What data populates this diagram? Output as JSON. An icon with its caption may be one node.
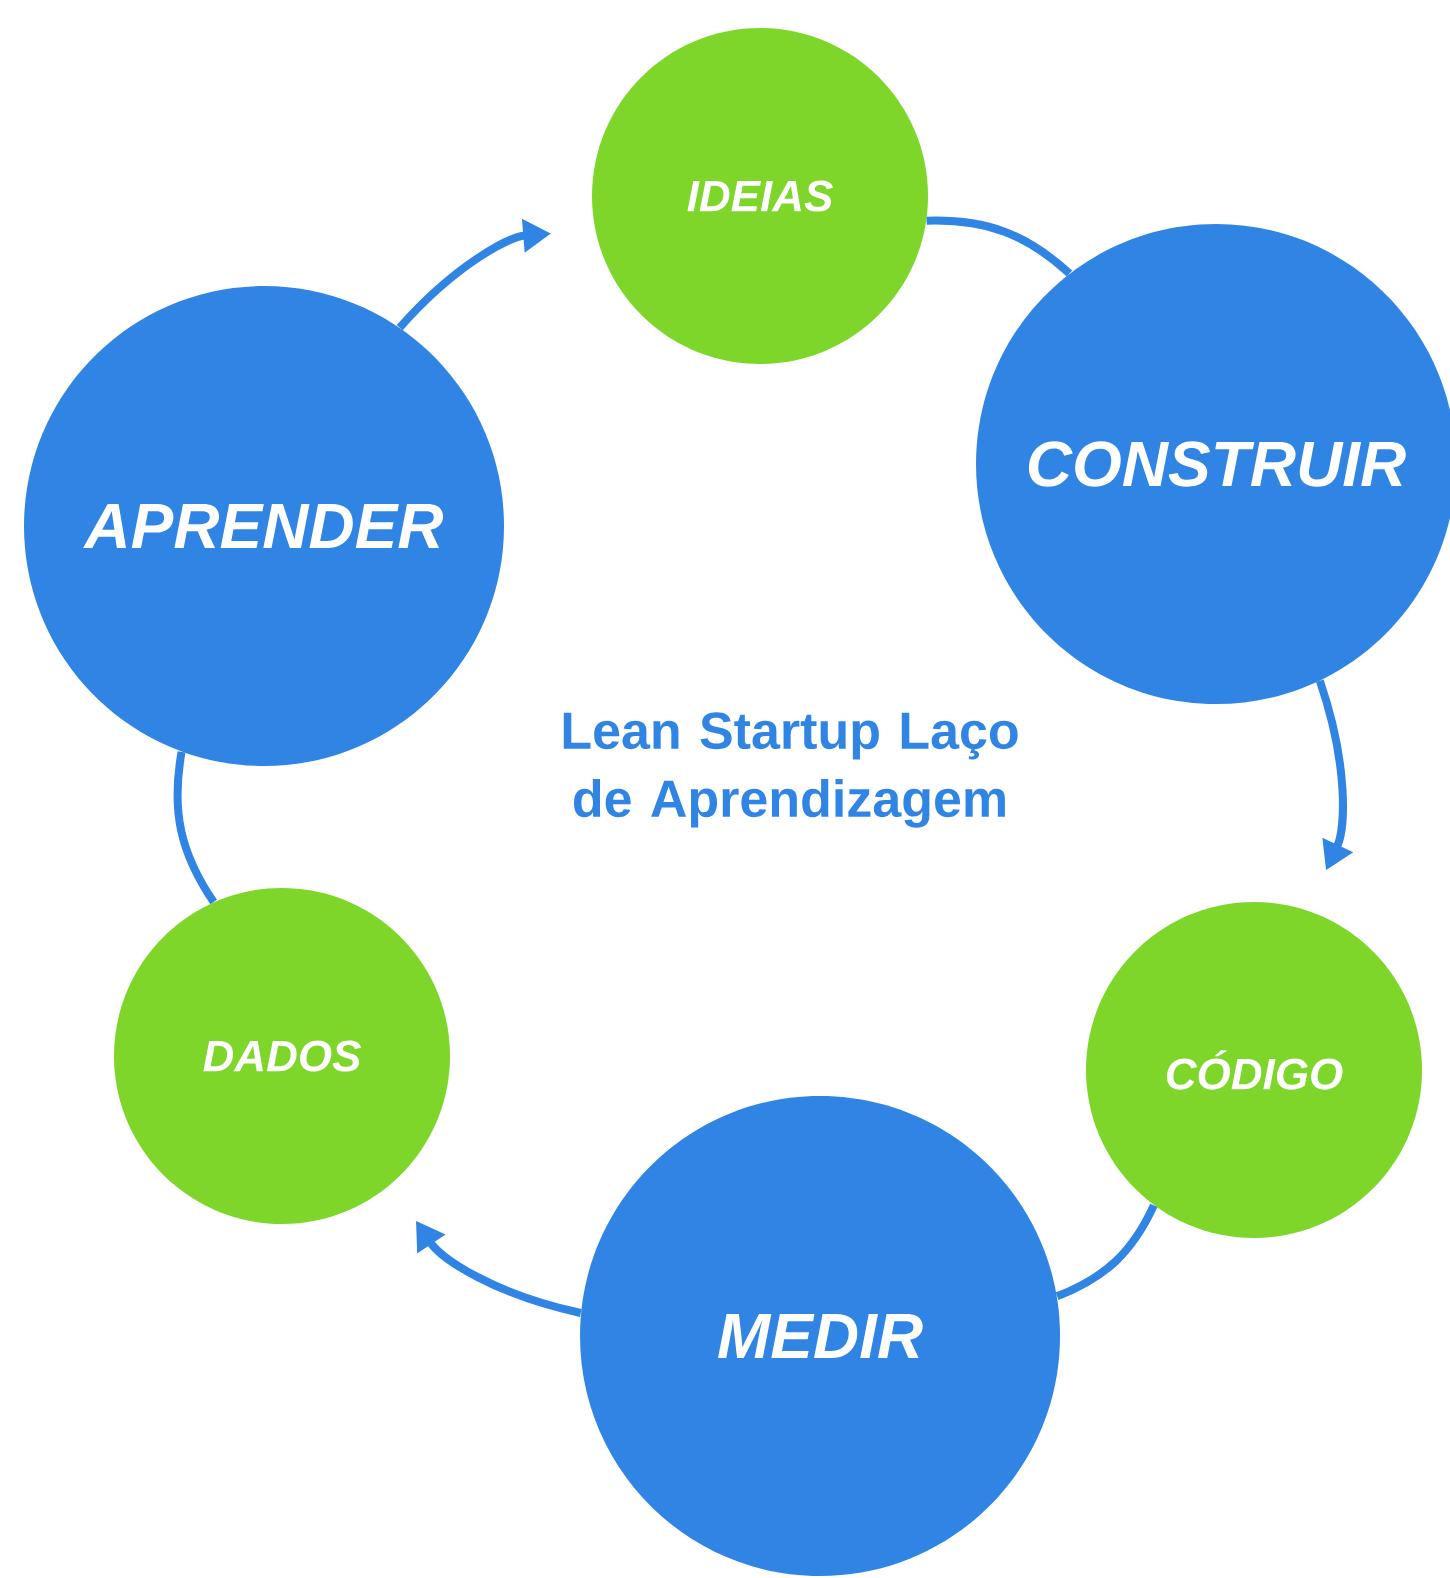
{
  "diagram": {
    "title": "Lean Startup Laço de Aprendizagem",
    "nodes": [
      {
        "text": [
          "IDEIAS"
        ]
      },
      {
        "text": [
          "CONSTRUIR"
        ]
      },
      {
        "text": [
          "CÓDIGO"
        ]
      },
      {
        "text": [
          "MEDIR"
        ]
      },
      {
        "text": [
          "DADOS"
        ]
      },
      {
        "text": [
          "APRENDER"
        ]
      }
    ],
    "edges": [
      {
        "from": 0,
        "to": 1,
        "arrow": "none"
      },
      {
        "from": 1,
        "to": 2,
        "arrow": "to"
      },
      {
        "from": 2,
        "to": 3,
        "arrow": "none"
      },
      {
        "from": 3,
        "to": 4,
        "arrow": "to"
      },
      {
        "from": 4,
        "to": 5,
        "arrow": "none"
      },
      {
        "from": 5,
        "to": 0,
        "arrow": "to"
      }
    ]
  }
}
